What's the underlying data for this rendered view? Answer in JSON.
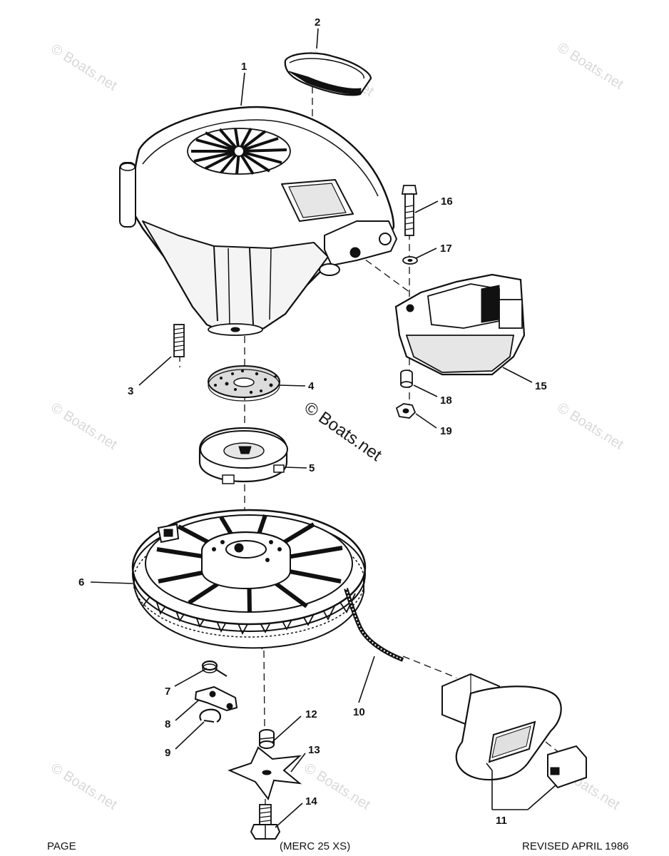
{
  "watermark": {
    "text": "Boats.net",
    "copyright": "©",
    "center_text": "Boats.net"
  },
  "callouts": {
    "c1": "1",
    "c2": "2",
    "c3": "3",
    "c4": "4",
    "c5": "5",
    "c6": "6",
    "c7": "7",
    "c8": "8",
    "c9": "9",
    "c10": "10",
    "c11": "11",
    "c12": "12",
    "c13": "13",
    "c14": "14",
    "c15": "15",
    "c16": "16",
    "c17": "17",
    "c18": "18",
    "c19": "19"
  },
  "footer": {
    "left": "PAGE",
    "center": "(MERC 25 XS)",
    "right": "REVISED APRIL 1986"
  },
  "colors": {
    "ink": "#111111",
    "watermark": "#d9d9d9",
    "paper": "#ffffff"
  }
}
